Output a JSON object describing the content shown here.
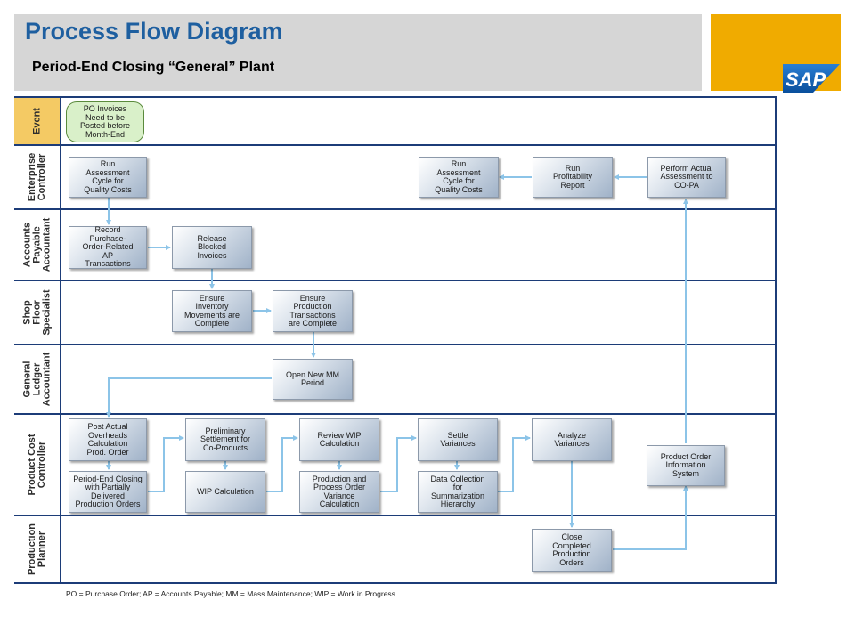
{
  "header": {
    "title": "Process Flow Diagram",
    "subtitle": "Period-End Closing “General” Plant",
    "logo_text": "SAP",
    "accent_color": "#f0ab00",
    "title_color": "#1e5fa0"
  },
  "lanes": {
    "event": "Event",
    "enterprise_controller": "Enterprise\nController",
    "accounts_payable_accountant": "Accounts\nPayable\nAccountant",
    "shop_floor_specialist": "Shop\nFloor\nSpecialist",
    "general_ledger_accountant": "General\nLedger\nAccountant",
    "product_cost_controller": "Product Cost\nController",
    "production_planner": "Production\nPlanner"
  },
  "nodes": {
    "po_invoices": "PO Invoices\nNeed to be\nPosted before\nMonth-End",
    "run_assessment_1": "Run\nAssessment\nCycle for\nQuality Costs",
    "run_assessment_2": "Run\nAssessment\nCycle for\nQuality Costs",
    "run_profitability": "Run\nProfitability\nReport",
    "perform_actual": "Perform Actual\nAssessment to\nCO-PA",
    "record_purchase": "Record\nPurchase-\nOrder-Related\nAP\nTransactions",
    "release_blocked": "Release\nBlocked\nInvoices",
    "ensure_inventory": "Ensure\nInventory\nMovements are\nComplete",
    "ensure_production": "Ensure\nProduction\nTransactions\nare Complete",
    "open_new_mm": "Open New MM\nPeriod",
    "post_actual": "Post Actual\nOverheads\nCalculation\nProd. Order",
    "period_end_closing": "Period-End Closing\nwith Partially\nDelivered\nProduction Orders",
    "preliminary_settlement": "Preliminary\nSettlement for\nCo-Products",
    "wip_calculation": "WIP Calculation",
    "review_wip": "Review WIP\nCalculation",
    "production_variance": "Production and\nProcess Order\nVariance\nCalculation",
    "settle_variances": "Settle\nVariances",
    "data_collection": "Data Collection\nfor\nSummarization\nHierarchy",
    "analyze_variances": "Analyze\nVariances",
    "product_order_info": "Product Order\nInformation\nSystem",
    "close_completed": "Close\nCompleted\nProduction\nOrders"
  },
  "footnote": "PO = Purchase Order; AP = Accounts Payable; MM = Mass Maintenance; WIP = Work in Progress"
}
